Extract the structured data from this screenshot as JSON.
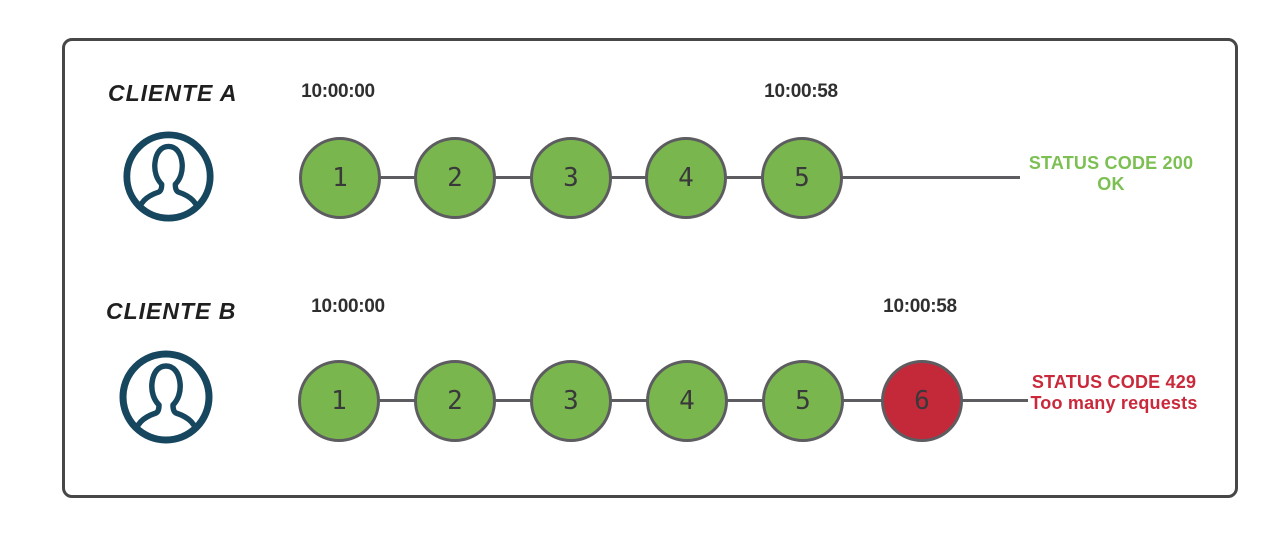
{
  "clients": [
    {
      "name": "CLIENTE A",
      "window_start": "10:00:00",
      "window_end": "10:00:58",
      "requests": [
        {
          "label": "1",
          "result": "accepted"
        },
        {
          "label": "2",
          "result": "accepted"
        },
        {
          "label": "3",
          "result": "accepted"
        },
        {
          "label": "4",
          "result": "accepted"
        },
        {
          "label": "5",
          "result": "accepted"
        }
      ],
      "status": {
        "line1": "STATUS CODE 200",
        "line2": "OK",
        "result": "ok"
      }
    },
    {
      "name": "CLIENTE B",
      "window_start": "10:00:00",
      "window_end": "10:00:58",
      "requests": [
        {
          "label": "1",
          "result": "accepted"
        },
        {
          "label": "2",
          "result": "accepted"
        },
        {
          "label": "3",
          "result": "accepted"
        },
        {
          "label": "4",
          "result": "accepted"
        },
        {
          "label": "5",
          "result": "accepted"
        },
        {
          "label": "6",
          "result": "rejected"
        }
      ],
      "status": {
        "line1": "STATUS CODE 429",
        "line2": "Too many requests",
        "result": "error"
      }
    }
  ],
  "colors": {
    "accepted_request_fill": "#7ab64e",
    "rejected_request_fill": "#c4293a",
    "circle_border": "#5d5d61",
    "timeline_line": "#5d5d61",
    "avatar_icon": "#17465f",
    "status_ok_text": "#7cbf52",
    "status_error_text": "#c9293a",
    "frame_border": "#474747"
  }
}
